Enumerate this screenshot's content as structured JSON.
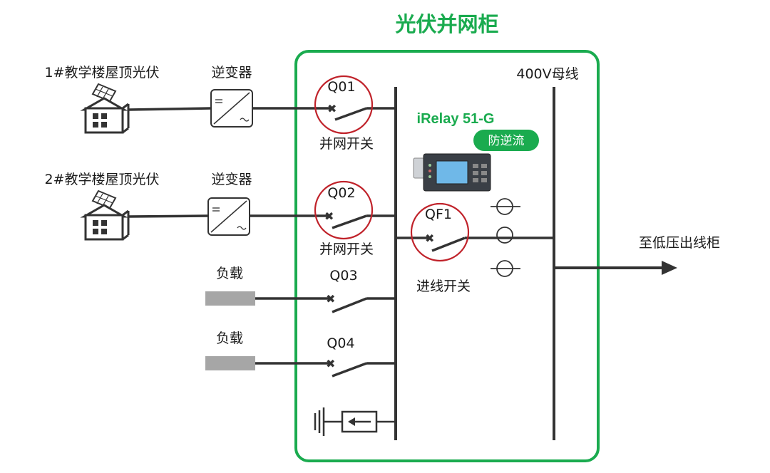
{
  "title": "光伏并网柜",
  "pv_source_1": "1#教学楼屋顶光伏",
  "pv_source_2": "2#教学楼屋顶光伏",
  "inverter_1": "逆变器",
  "inverter_2": "逆变器",
  "switch_q01": "Q01",
  "switch_q02": "Q02",
  "switch_q03": "Q03",
  "switch_q04": "Q04",
  "switch_qf1": "QF1",
  "grid_switch_1": "并网开关",
  "grid_switch_2": "并网开关",
  "incoming_switch": "进线开关",
  "load_1": "负载",
  "load_2": "负载",
  "busbar": "400V母线",
  "relay_model": "iRelay 51-G",
  "relay_function": "防逆流",
  "outgoing": "至低压出线柜",
  "colors": {
    "accent": "#1aab4f",
    "highlight": "#c0222a",
    "line": "#333333",
    "load": "#a6a6a6"
  }
}
